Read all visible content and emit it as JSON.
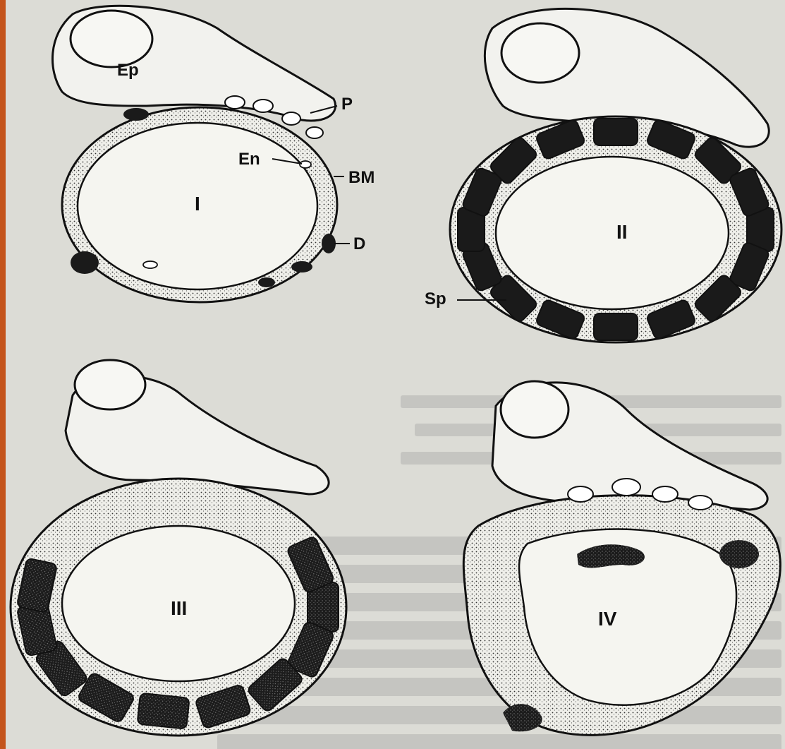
{
  "panels": [
    {
      "id": "I",
      "numeral": "I"
    },
    {
      "id": "II",
      "numeral": "II"
    },
    {
      "id": "III",
      "numeral": "III"
    },
    {
      "id": "IV",
      "numeral": "IV"
    }
  ],
  "labels": {
    "epicardium": "Ep",
    "pericyte": "P",
    "endothelium": "En",
    "basement_membrane": "BM",
    "deposit": "D",
    "spur": "Sp"
  },
  "colors": {
    "background_frame": "#c4541c",
    "paper": "#dcdcd6",
    "ink": "#111111",
    "deposit_fill": "#1a1a1a"
  }
}
